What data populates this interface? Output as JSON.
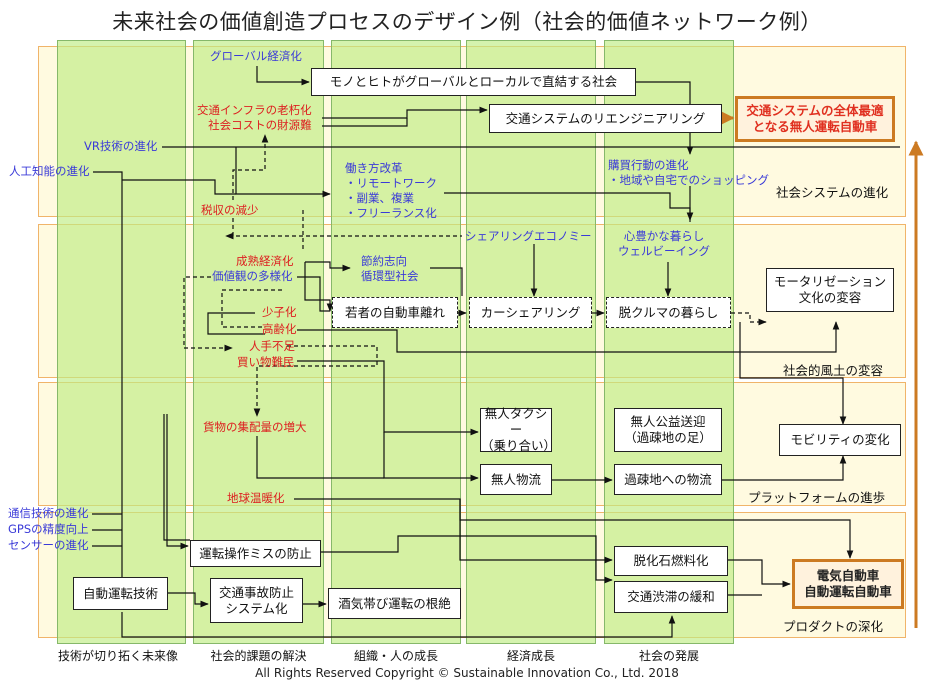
{
  "title": "未来社会の価値創造プロセスのデザイン例（社会的価値ネットワーク例）",
  "copyright": "All Rights Reserved Copyright  © Sustainable Innovation  Co., Ltd.  2018",
  "colors": {
    "band_fill": "#fffae0",
    "band_border": "#f0b46a",
    "column_fill": "#bfeb86",
    "accent": "#cc7a22",
    "trend_blue": "#3a3ad8",
    "issue_red": "#dd2020"
  },
  "bands": [
    "社会システムの進化",
    "社会的風土の変容",
    "プラットフォームの進歩",
    "プロダクトの深化"
  ],
  "columns": [
    "技術が切り拓く未来像",
    "社会的課題の解決",
    "組織・人の成長",
    "経済成長",
    "社会の発展"
  ],
  "boxes": {
    "mono_hito": "モノとヒトがグローバルとローカルで直結する社会",
    "kotsu_reeng": "交通システムのリエンジニアリング",
    "wakamono": "若者の自動車離れ",
    "carshare": "カーシェアリング",
    "datsu_kuruma": "脱クルマの暮らし",
    "motorization": "モータリゼーション\n文化の変容",
    "mujin_taxi": "無人タクシー\n（乗り合い）",
    "mujin_koeki": "無人公益送迎\n（過疎地の足）",
    "mobility": "モビリティの変化",
    "mujin_butsuryu": "無人物流",
    "kaso_butsuryu": "過疎地への物流",
    "unten_miss": "運転操作ミスの防止",
    "jido_unten": "自動運転技術",
    "jiko_boshi": "交通事故防止\nシステム化",
    "sakeke": "酒気帯び運転の根絶",
    "datsu_sekitan": "脱化石燃料化",
    "jutai": "交通渋滞の緩和",
    "zentai_saiteki": "交通システムの全体最適\nとなる無人運転自動車",
    "denki_jido": "電気自動車\n自動運転自動車"
  },
  "labels": {
    "global": "グローバル経済化",
    "infra": "交通インフラの老朽化\n社会コストの財源難",
    "vr": "VR技術の進化",
    "ai": "人工知能の進化",
    "hatarakikata": "働き方改革\n・リモートワーク\n・副業、複業\n・フリーランス化",
    "kobai": "購買行動の進化\n・地域や自宅でのショッピング",
    "zeishu": "税収の減少",
    "sharing": "シェアリングエコノミー",
    "yutaka": "心豊かな暮らし\nウェルビーイング",
    "seijuku": "成熟経済化",
    "kachikan": "価値観の多様化",
    "setsuyaku": "節約志向\n循環型社会",
    "shoshika": "少子化",
    "koreika": "高齢化",
    "hitode": "人手不足",
    "kaimono": "買い物難民",
    "kamotsu": "貨物の集配量の増大",
    "ondanka": "地球温暖化",
    "tsushin": "通信技術の進化",
    "gps": "GPSの精度向上",
    "sensor": "センサーの進化"
  }
}
